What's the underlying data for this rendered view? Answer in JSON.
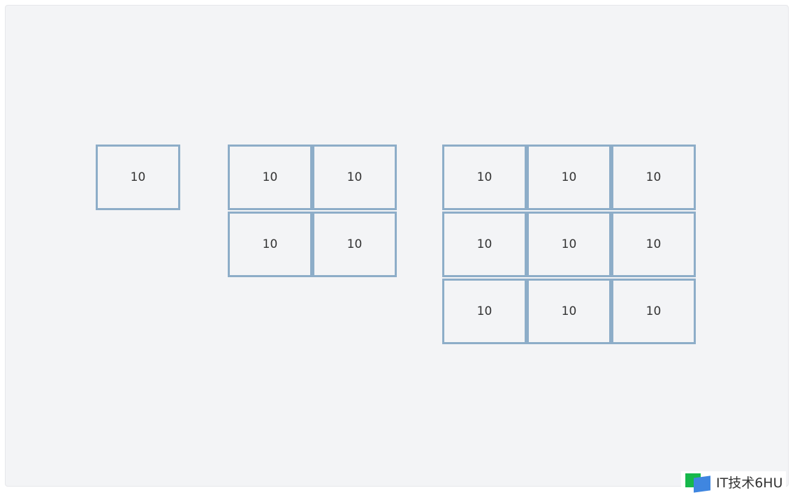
{
  "grids": [
    {
      "name": "grid-1x1",
      "cols": 1,
      "cells": [
        "10"
      ]
    },
    {
      "name": "grid-2x2",
      "cols": 2,
      "cells": [
        "10",
        "10",
        "10",
        "10"
      ]
    },
    {
      "name": "grid-3x3",
      "cols": 3,
      "cells": [
        "10",
        "10",
        "10",
        "10",
        "10",
        "10",
        "10",
        "10",
        "10"
      ]
    }
  ],
  "watermark": {
    "text": "IT技术6HU"
  },
  "colors": {
    "border": "#8dadc8",
    "background": "#f3f4f6"
  }
}
